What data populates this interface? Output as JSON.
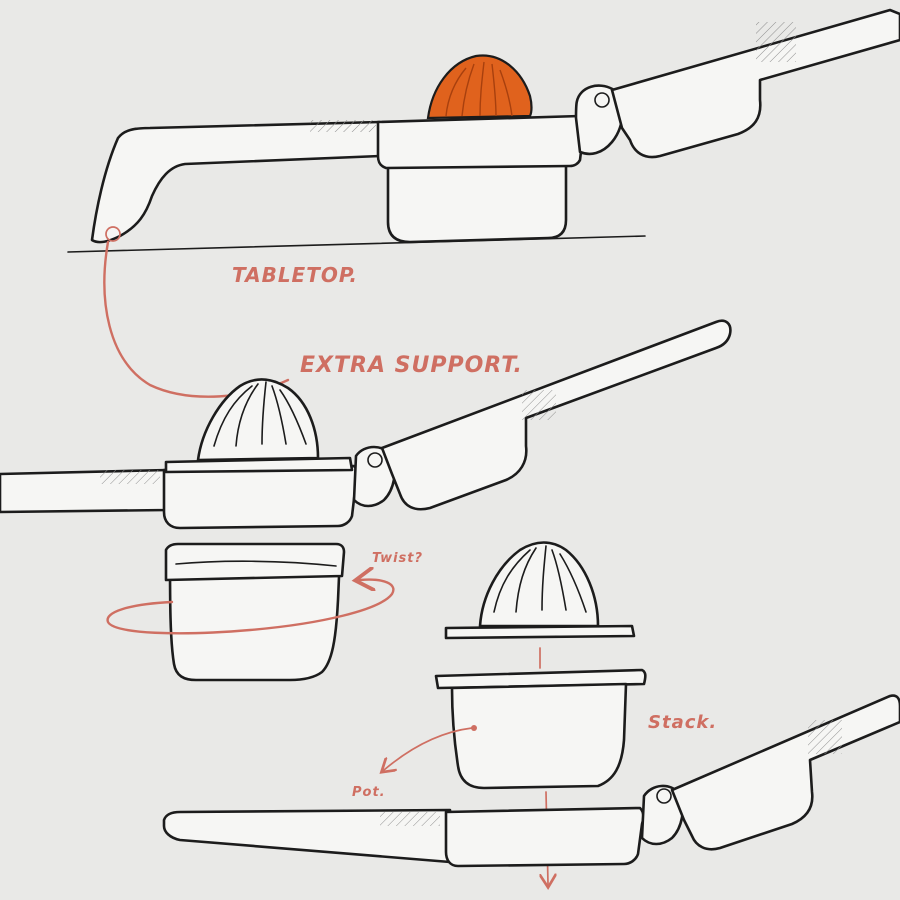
{
  "annotations": {
    "tabletop": "TABLETOP.",
    "extra_support": "EXTRA SUPPORT.",
    "twist": "Twist?",
    "stack": "Stack.",
    "pot": "Pot."
  },
  "colors": {
    "background": "#e9e9e7",
    "ink": "#1c1c1c",
    "annotation": "#cf6f62",
    "fruit": "#e0621d"
  }
}
